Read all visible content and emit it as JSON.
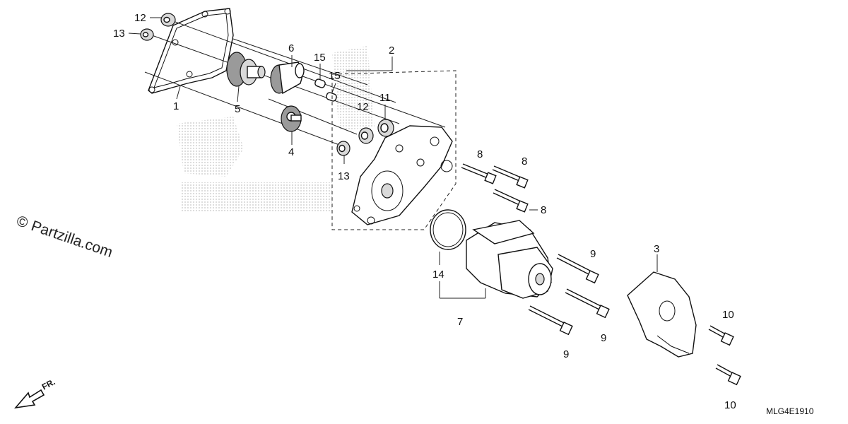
{
  "watermark": {
    "copyright_symbol": "©",
    "text": "Partzilla.com"
  },
  "diagram_code": "MLG4E1910",
  "front_indicator": "FR.",
  "part_labels": {
    "p1": "1",
    "p2": "2",
    "p3": "3",
    "p4": "4",
    "p5": "5",
    "p6": "6",
    "p7": "7",
    "p8a": "8",
    "p8b": "8",
    "p8c": "8",
    "p9a": "9",
    "p9b": "9",
    "p9c": "9",
    "p10a": "10",
    "p10b": "10",
    "p11": "11",
    "p12a": "12",
    "p12b": "12",
    "p13a": "13",
    "p13b": "13",
    "p14": "14",
    "p15a": "15",
    "p15b": "15"
  },
  "colors": {
    "line": "#111111",
    "background": "#ffffff",
    "watermark_dots": "#c8c8c8"
  }
}
